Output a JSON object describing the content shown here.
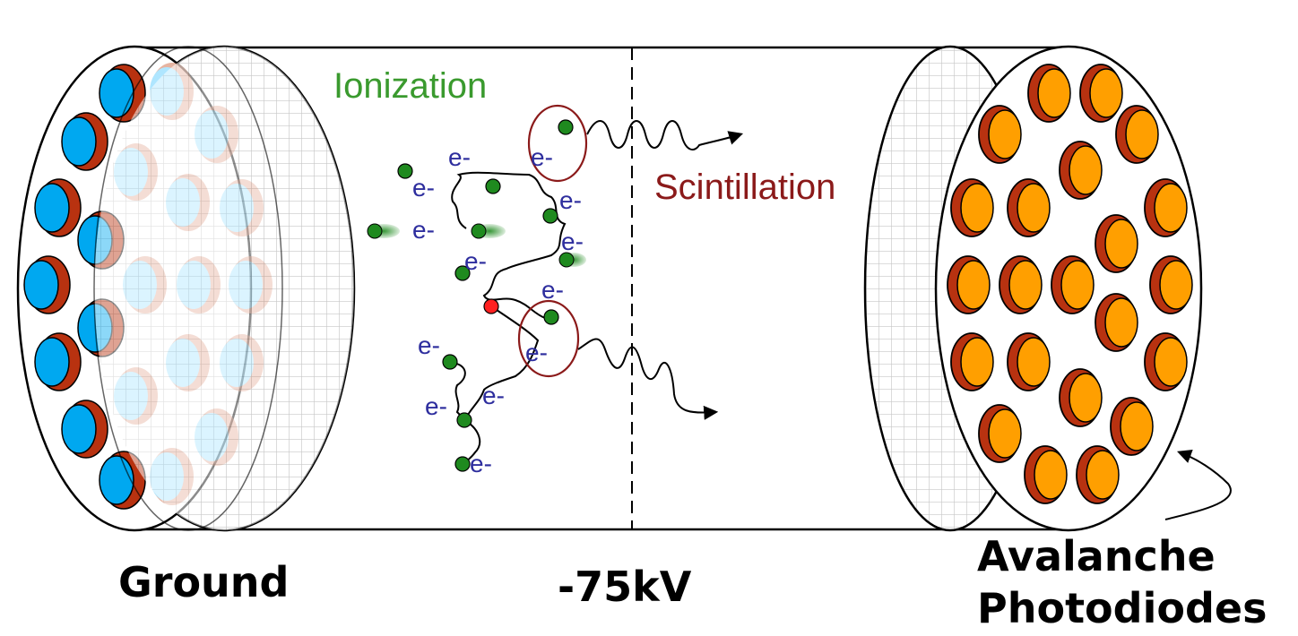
{
  "labels": {
    "ionization": "Ionization",
    "scintillation": "Scintillation",
    "ground": "Ground",
    "voltage": "-75kV",
    "apd_line1": "Avalanche",
    "apd_line2": "Photodiodes",
    "electron": "e-"
  },
  "colors": {
    "ionization": "#3a9a2e",
    "scintillation": "#8b1a1a",
    "electron_text": "#2e2e9e",
    "electron_dot": "#1f8a1f",
    "ion_dot": "#ff2020",
    "apd_fill": "#ff9f00",
    "apd_ring": "#b83210",
    "grid_apd_fill": "#00a8f0",
    "photon_circle": "#8b1a1a",
    "mesh": "#c8c8c8"
  },
  "icons": {
    "left_face": "blue-avalanche-photodiode-array",
    "right_face": "orange-avalanche-photodiode-array",
    "photon": "wavy-photon-arrow",
    "electron": "green-electron-dot"
  }
}
